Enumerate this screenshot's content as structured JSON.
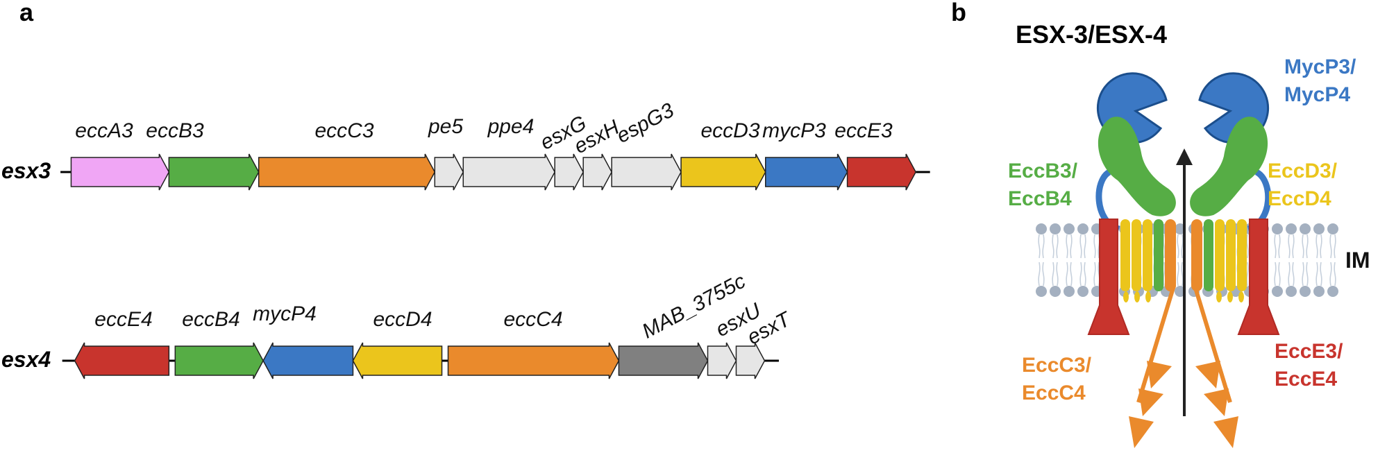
{
  "panels": {
    "a": "a",
    "b": "b"
  },
  "colors": {
    "eccA": "#f0a6f5",
    "eccB": "#56ad45",
    "eccC": "#ea8a2c",
    "eccD": "#ebc51c",
    "mycP": "#3b78c4",
    "eccE": "#c8342d",
    "other": "#e6e6e6",
    "mab": "#808080",
    "membrane": "#a4b0c0"
  },
  "esx3": {
    "label": "esx3",
    "genes": [
      {
        "name": "eccA3",
        "start": 80,
        "end": 190,
        "dir": "right",
        "color": "eccA"
      },
      {
        "name": "eccB3",
        "start": 190,
        "end": 291,
        "dir": "right",
        "color": "eccB"
      },
      {
        "name": "eccC3",
        "start": 291,
        "end": 489,
        "dir": "right",
        "color": "eccC"
      },
      {
        "name": "pe5",
        "start": 489,
        "end": 521,
        "dir": "right",
        "color": "other"
      },
      {
        "name": "ppe4",
        "start": 521,
        "end": 624,
        "dir": "right",
        "color": "other"
      },
      {
        "name": "esxG",
        "start": 624,
        "end": 656,
        "dir": "right",
        "color": "other"
      },
      {
        "name": "esxH",
        "start": 656,
        "end": 688,
        "dir": "right",
        "color": "other"
      },
      {
        "name": "espG3",
        "start": 688,
        "end": 766,
        "dir": "right",
        "color": "other"
      },
      {
        "name": "eccD3",
        "start": 766,
        "end": 861,
        "dir": "right",
        "color": "eccD"
      },
      {
        "name": "mycP3",
        "start": 861,
        "end": 953,
        "dir": "right",
        "color": "mycP"
      },
      {
        "name": "eccE3",
        "start": 953,
        "end": 1030,
        "dir": "right",
        "color": "eccE"
      }
    ]
  },
  "esx4": {
    "label": "esx4",
    "genes": [
      {
        "name": "eccE4",
        "start": 84,
        "end": 190,
        "dir": "left",
        "color": "eccE"
      },
      {
        "name": "eccB4",
        "start": 197,
        "end": 296,
        "dir": "right",
        "color": "eccB"
      },
      {
        "name": "mycP4",
        "start": 296,
        "end": 397,
        "dir": "left",
        "color": "mycP"
      },
      {
        "name": "eccD4",
        "start": 397,
        "end": 497,
        "dir": "left",
        "color": "eccD"
      },
      {
        "name": "eccC4",
        "start": 504,
        "end": 696,
        "dir": "right",
        "color": "eccC"
      },
      {
        "name": "MAB_3755c",
        "start": 696,
        "end": 796,
        "dir": "right",
        "color": "mab"
      },
      {
        "name": "esxU",
        "start": 796,
        "end": 828,
        "dir": "right",
        "color": "other"
      },
      {
        "name": "esxT",
        "start": 828,
        "end": 860,
        "dir": "right",
        "color": "other"
      }
    ]
  },
  "diagram": {
    "title": "ESX-3/ESX-4",
    "mycp": "MycP3/\nMycP4",
    "eccb": "EccB3/\nEccB4",
    "eccd": "EccD3/\nEccD4",
    "im": "IM",
    "eccc": "EccC3/\nEccC4",
    "ecce": "EccE3/\nEccE4"
  }
}
